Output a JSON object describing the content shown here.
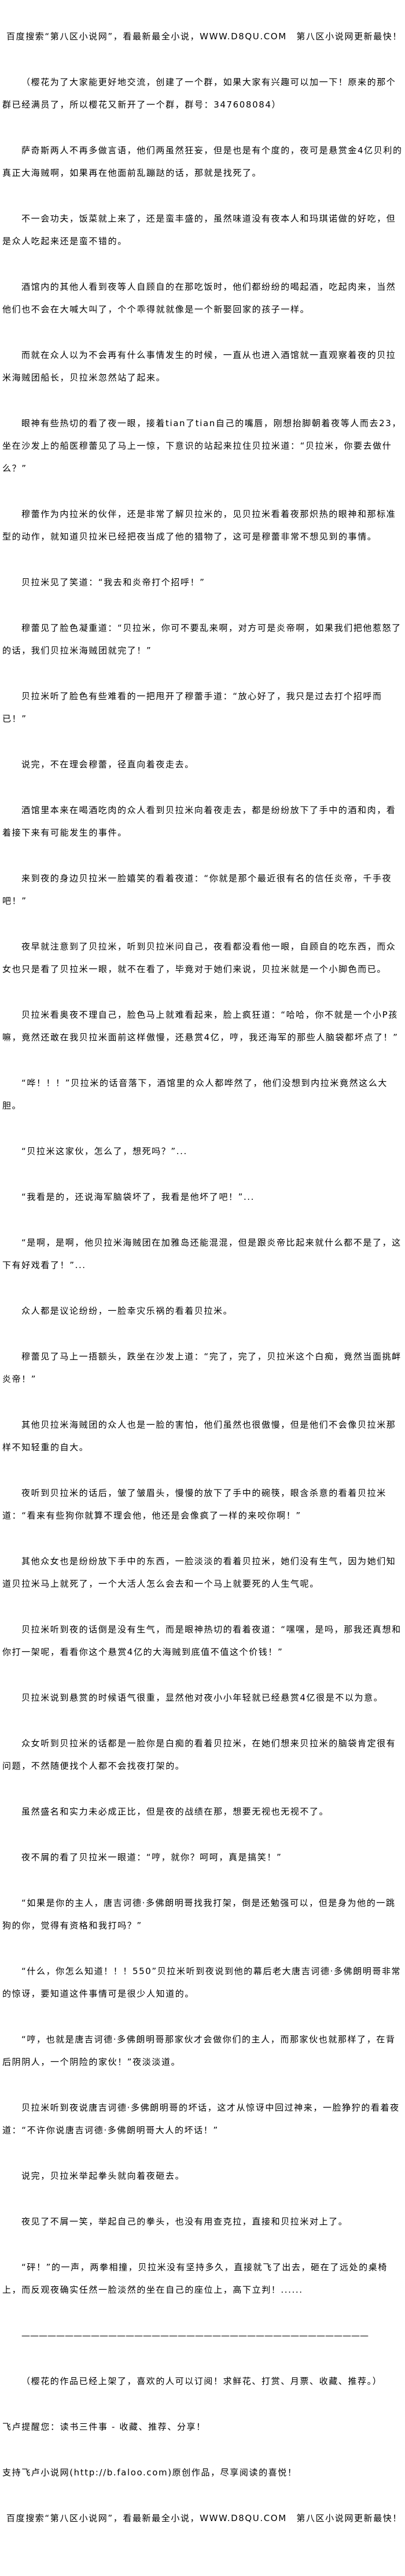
{
  "header_banner": "百度搜索“第八区小说网”，看最新最全小说，WWW.D8QU.COM　第八区小说网更新最快！",
  "author_note": "（樱花为了大家能更好地交流，创建了一个群，如果大家有兴趣可以加一下！原来的那个群已经满员了，所以樱花又新开了一个群，群号：347608084）",
  "paragraphs": [
    "萨奇斯两人不再多做言语，他们两虽然狂妄，但是也是有个度的，夜可是悬赏金4亿贝利的真正大海贼啊，如果再在他面前乱蹦跶的话，那就是找死了。",
    "不一会功夫，饭菜就上来了，还是蛮丰盛的，虽然味道没有夜本人和玛琪诺做的好吃，但是众人吃起来还是蛮不错的。",
    "酒馆内的其他人看到夜等人自顾自的在那吃饭时，他们都纷纷的喝起酒，吃起肉来，当然他们也不会在大喊大叫了，个个乖得就就像是一个新娶回家的孩子一样。",
    "而就在众人以为不会再有什么事情发生的时候，一直从也进入酒馆就一直观察着夜的贝拉米海贼团船长，贝拉米忽然站了起来。",
    "眼神有些热切的看了夜一眼，接着tian了tian自己的嘴唇，刚想抬脚朝着夜等人而去23，坐在沙发上的船医穆蕾见了马上一惊，下意识的站起来拉住贝拉米道：“贝拉米，你要去做什么？”",
    "穆蕾作为内拉米的伙伴，还是非常了解贝拉米的，见贝拉米看着夜那炽热的眼神和那标准型的动作，就知道贝拉米已经把夜当成了他的猎物了，这可是穆蕾非常不想见到的事情。",
    "贝拉米见了笑道：“我去和炎帝打个招呼！”",
    "穆蕾见了脸色凝重道：“贝拉米，你可不要乱来啊，对方可是炎帝啊，如果我们把他惹怒了的话，我们贝拉米海贼团就完了！”",
    "贝拉米听了脸色有些难看的一把甩开了穆蕾手道：“放心好了，我只是过去打个招呼而已！”",
    "说完，不在理会穆蕾，径直向着夜走去。",
    "酒馆里本来在喝酒吃肉的众人看到贝拉米向着夜走去，都是纷纷放下了手中的酒和肉，看着接下来有可能发生的事件。",
    "来到夜的身边贝拉米一脸嬉笑的看着夜道：“你就是那个最近很有名的信任炎帝，千手夜吧！”",
    "夜早就注意到了贝拉米，听到贝拉米问自己，夜看都没看他一眼，自顾自的吃东西，而众女也只是看了贝拉米一眼，就不在看了，毕竟对于她们来说，贝拉米就是一个小脚色而已。",
    "贝拉米看奥夜不理自己，脸色马上就难看起来，脸上疯狂道：“哈哈，你不就是一个小P孩嘛，竟然还敢在我贝拉米面前这样傲慢，还悬赏4亿，哼，我还海军的那些人脑袋都坏点了！”",
    "“哗！！！”贝拉米的话音落下，酒馆里的众人都哗然了，他们没想到内拉米竟然这么大胆。",
    "“贝拉米这家伙，怎么了，想死吗？”...",
    "“我看是的，还说海军脑袋坏了，我看是他坏了吧！”...",
    "“是啊，是啊，他贝拉米海贼团在加雅岛还能混混，但是跟炎帝比起来就什么都不是了，这下有好戏看了！”...",
    "众人都是议论纷纷，一脸幸灾乐祸的看着贝拉米。",
    "穆蕾见了马上一捂额头，跌坐在沙发上道：“完了，完了，贝拉米这个白痴，竟然当面挑衅炎帝！”",
    "其他贝拉米海贼团的众人也是一脸的害怕，他们虽然也很傲慢，但是他们不会像贝拉米那样不知轻重的自大。",
    "夜听到贝拉米的话后，皱了皱眉头，慢慢的放下了手中的碗筷，眼含杀意的看着贝拉米道：“看来有些狗你就算不理会他，他还是会像疯了一样的来咬你啊！”",
    "其他众女也是纷纷放下手中的东西，一脸淡淡的看着贝拉米，她们没有生气，因为她们知道贝拉米马上就死了，一个大活人怎么会去和一个马上就要死的人生气呢。",
    "贝拉米听到夜的话倒是没有生气，而是眼神热切的看着夜道：“嘿嘿，是吗，那我还真想和你打一架呢，看看你这个悬赏4亿的大海贼到底值不值这个价钱！”",
    "贝拉米说到悬赏的时候语气很重，显然他对夜小小年轻就已经悬赏4亿很是不以为意。",
    "众女听到贝拉米的话都是一脸你是白痴的看着贝拉米，在她们想来贝拉米的脑袋肯定很有问题，不然随便找个人都不会找夜打架的。",
    "虽然盛名和实力未必成正比，但是夜的战绩在那，想要无视也无视不了。",
    "夜不屑的看了贝拉米一眼道：“哼，就你？呵呵，真是搞笑！”",
    "“如果是你的主人，唐吉诃德·多佛朗明哥找我打架，倒是还勉强可以，但是身为他的一跳狗的你，觉得有资格和我打吗？”",
    "“什么，你怎么知道！！！550”贝拉米听到夜说到他的幕后老大唐吉诃德·多佛朗明哥非常的惊讶，要知道这件事情可是很少人知道的。",
    "“哼，也就是唐吉诃德·多佛朗明哥那家伙才会做你们的主人，而那家伙也就那样了，在背后阴阴人，一个阴险的家伙！”夜淡淡道。",
    "贝拉米听到夜说唐吉诃德·多佛朗明哥的坏话，这才从惊讶中回过神来，一脸狰狞的看着夜道：“不许你说唐吉诃德·多佛朗明哥大人的坏话！”",
    "说完，贝拉米举起拳头就向着夜砸去。",
    "夜见了不屑一笑，举起自己的拳头，也没有用查克拉，直接和贝拉米对上了。",
    "“砰！”的一声，两拳相撞，贝拉米没有坚持多久，直接就飞了出去，砸在了远处的桌椅上，而反观夜确实任然一脸淡然的坐在自己的座位上，高下立判！......"
  ],
  "separator": "————————————————————————————————————————",
  "closing_note": "（樱花的作品已经上架了，喜欢的人可以订阅！求鲜花、打赏、月票、收藏、推荐。）",
  "faloo_reminder": "飞卢提醒您：读书三件事 - 收藏、推荐、分享！",
  "faloo_support": "支持飞卢小说网(http://b.faloo.com)原创作品，尽享阅读的喜悦！",
  "footer_banner": "百度搜索“第八区小说网”，看最新最全小说，WWW.D8QU.COM　第八区小说网更新最快！"
}
